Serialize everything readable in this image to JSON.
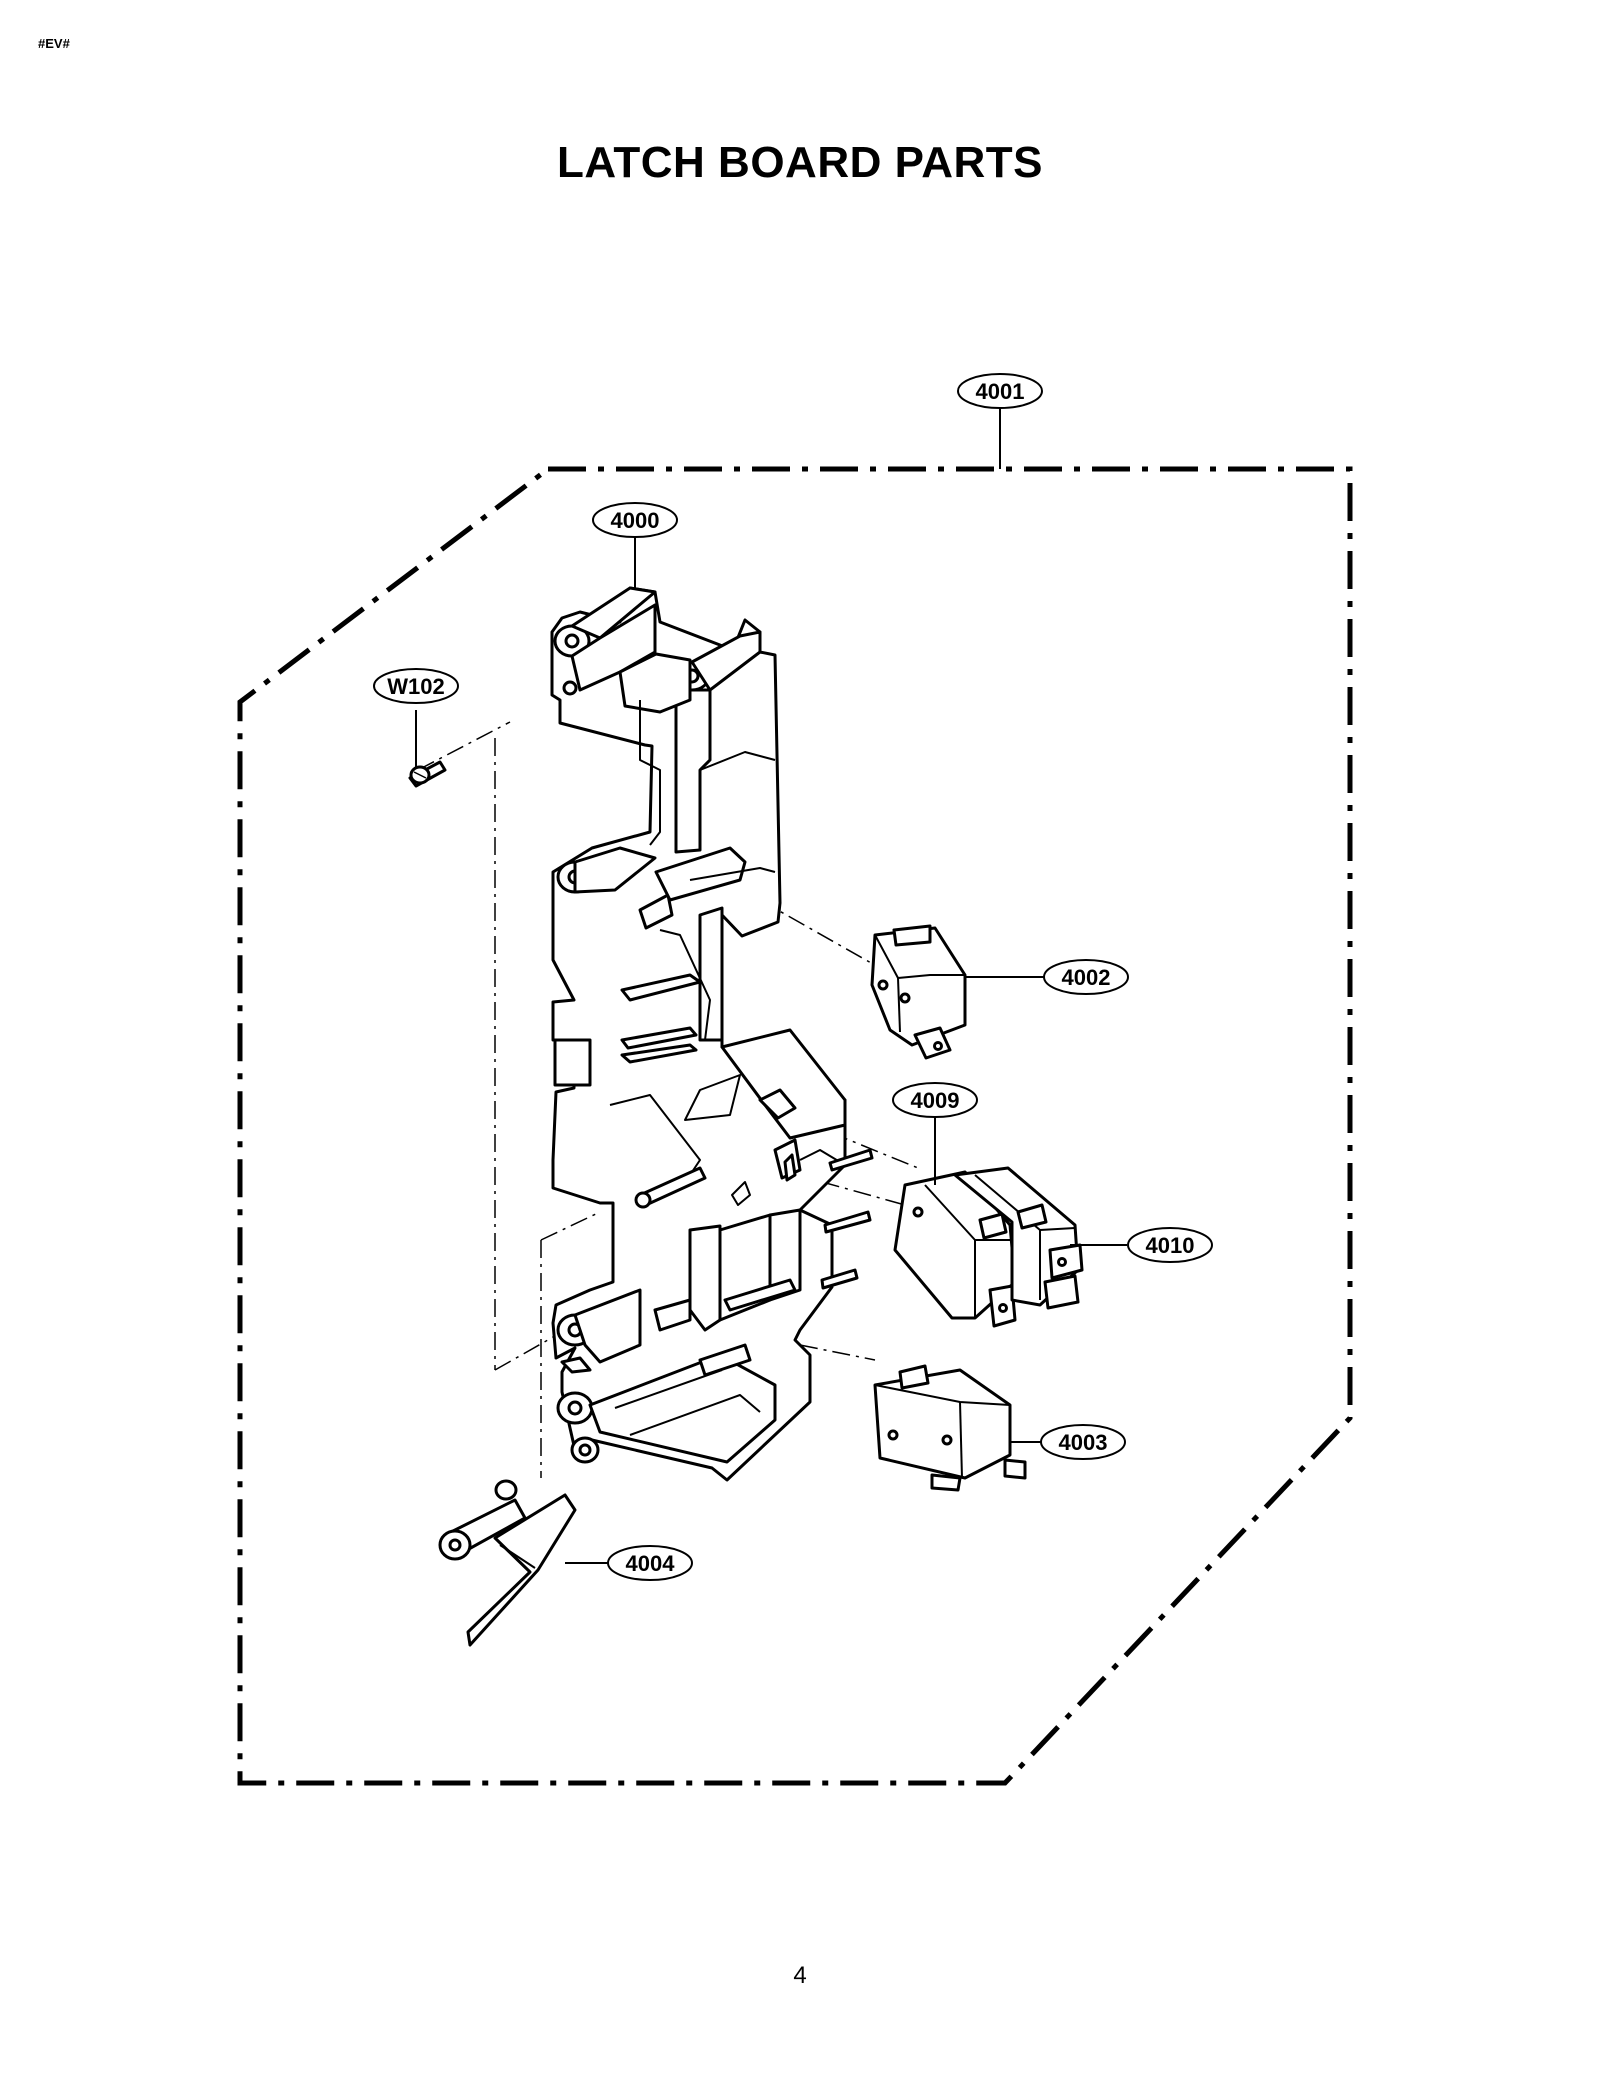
{
  "header": {
    "corner_tag": "#EV#",
    "title": "LATCH BOARD PARTS"
  },
  "footer": {
    "page_number": "4"
  },
  "callouts": {
    "c4001": "4001",
    "c4000": "4000",
    "cW102": "W102",
    "c4002": "4002",
    "c4009": "4009",
    "c4010": "4010",
    "c4003": "4003",
    "c4004": "4004"
  },
  "colors": {
    "line": "#000000",
    "background": "#ffffff"
  }
}
